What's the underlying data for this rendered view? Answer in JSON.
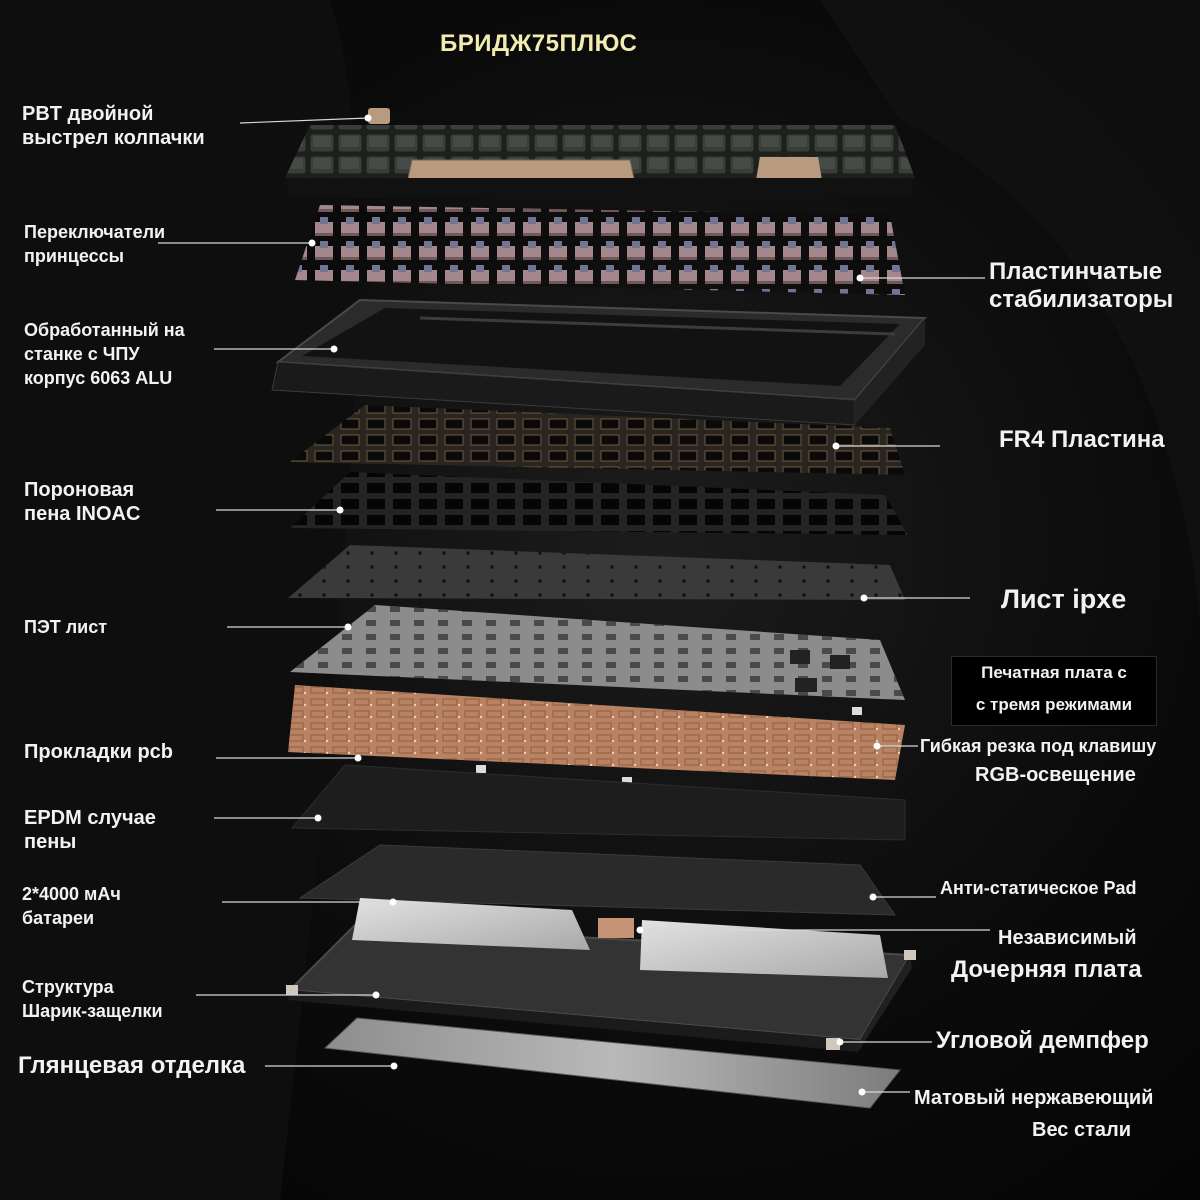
{
  "title": "БРИДЖ75ПЛЮС",
  "labels": {
    "keycaps": [
      "PBT двойной",
      "выстрел колпачки"
    ],
    "switches": [
      "Переключатели",
      "принцессы"
    ],
    "stabilizers": [
      "Пластинчатые",
      "стабилизаторы"
    ],
    "case": [
      "Обработанный на",
      "станке с ЧПУ",
      "корпус 6063 ALU"
    ],
    "fr4": [
      "FR4 Пластина"
    ],
    "poron": [
      "Пороновая",
      "пена INOAC"
    ],
    "ixpe": [
      "Лист ipxe"
    ],
    "pet": [
      "ПЭТ лист"
    ],
    "pcb_modes": [
      "Печатная плата с",
      "с тремя режимами"
    ],
    "pcb_gaskets": [
      "Прокладки pcb"
    ],
    "flex_cut": [
      "Гибкая резка под клавишу"
    ],
    "rgb": [
      "RGB-освещение"
    ],
    "epdm": [
      "EPDM случае",
      "пены"
    ],
    "battery": [
      "2*4000 мАч",
      "батареи"
    ],
    "antistatic": [
      "Анти-статическое Pad"
    ],
    "independent": [
      "Независимый"
    ],
    "daughterboard": [
      "Дочерняя плата"
    ],
    "ball_catch": [
      "Структура",
      "Шарик-защелки"
    ],
    "corner_damper": [
      "Угловой демпфер"
    ],
    "glossy": [
      "Глянцевая отделка"
    ],
    "matte_steel": [
      "Матовый нержавеющий",
      "Вес стали"
    ]
  },
  "colors": {
    "title": "#f3ecb2",
    "label": "#f2f2f2",
    "leader": "#d8d8d8",
    "keycap_dark": "#2b2e2b",
    "keycap_accent": "#b89b7e",
    "pcb": "#b98262",
    "switch": "#c6a3a9"
  }
}
